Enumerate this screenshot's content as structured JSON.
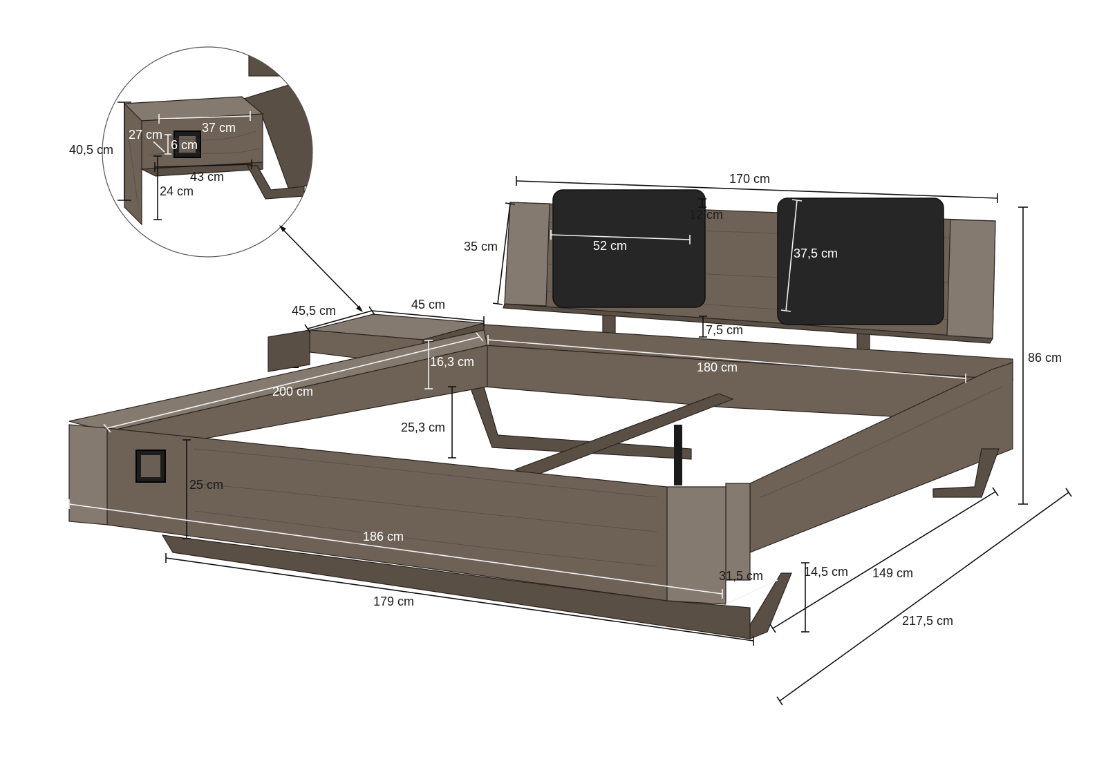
{
  "detail": {
    "height_total": "40,5 cm",
    "drawer_front_width": "27 cm",
    "drawer_inner_width": "37 cm",
    "handle_height": "6 cm",
    "depth": "43 cm",
    "leg_height": "24 cm"
  },
  "nightstand": {
    "depth": "45,5 cm",
    "width": "45 cm",
    "height": "16,3 cm",
    "clearance": "25,3 cm"
  },
  "headboard": {
    "width": "170 cm",
    "height": "35 cm",
    "cushion_width": "52 cm",
    "cushion_gap": "12 cm",
    "cushion_height": "37,5 cm",
    "post_gap": "7,5 cm"
  },
  "bed": {
    "total_height": "86 cm",
    "inner_width": "180 cm",
    "inner_length": "200 cm",
    "frame_height": "25 cm",
    "side_length": "186 cm",
    "base_length": "179 cm",
    "corner_width": "31,5 cm",
    "foot_height": "14,5 cm",
    "base_width": "149 cm",
    "total_length": "217,5 cm"
  }
}
